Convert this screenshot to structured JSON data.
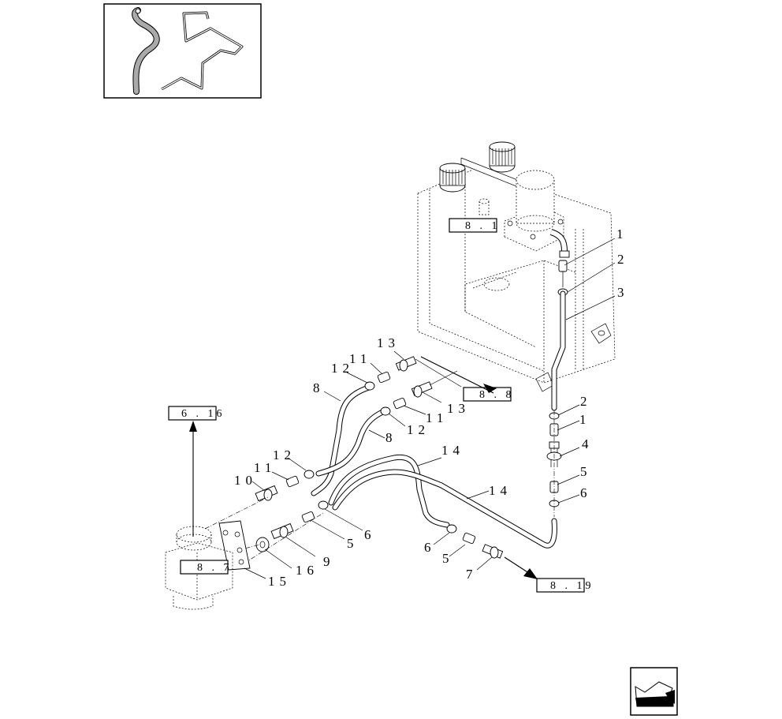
{
  "diagram": {
    "title": "Hydraulic pipe assembly exploded view",
    "thumbnail": {
      "description": "hose-and-pipe-thumbnail"
    },
    "reference_boxes": [
      {
        "id": "ref-8-1",
        "text": "8 . 1"
      },
      {
        "id": "ref-8-8",
        "text": "8 . 8"
      },
      {
        "id": "ref-6-16",
        "text": "6 . 16"
      },
      {
        "id": "ref-8-7",
        "text": "8 . 7"
      },
      {
        "id": "ref-8-19",
        "text": "8 . 19"
      }
    ],
    "callouts": {
      "c1a": "1",
      "c2a": "2",
      "c3": "3",
      "c2b": "2",
      "c1b": "1",
      "c4": "4",
      "c5a": "5",
      "c6a": "6",
      "c13a": "13",
      "c11a": "11",
      "c12a": "12",
      "c8a": "8",
      "c13b": "13",
      "c11b": "11",
      "c12b": "12",
      "c8b": "8",
      "c12c": "12",
      "c11c": "11",
      "c10": "10",
      "c14a": "14",
      "c14b": "14",
      "c6b": "6",
      "c5b": "5",
      "c9": "9",
      "c16": "16",
      "c15": "15",
      "c6c": "6",
      "c5c": "5",
      "c7": "7"
    },
    "nav_icon": "previous-page-arrow-icon"
  }
}
